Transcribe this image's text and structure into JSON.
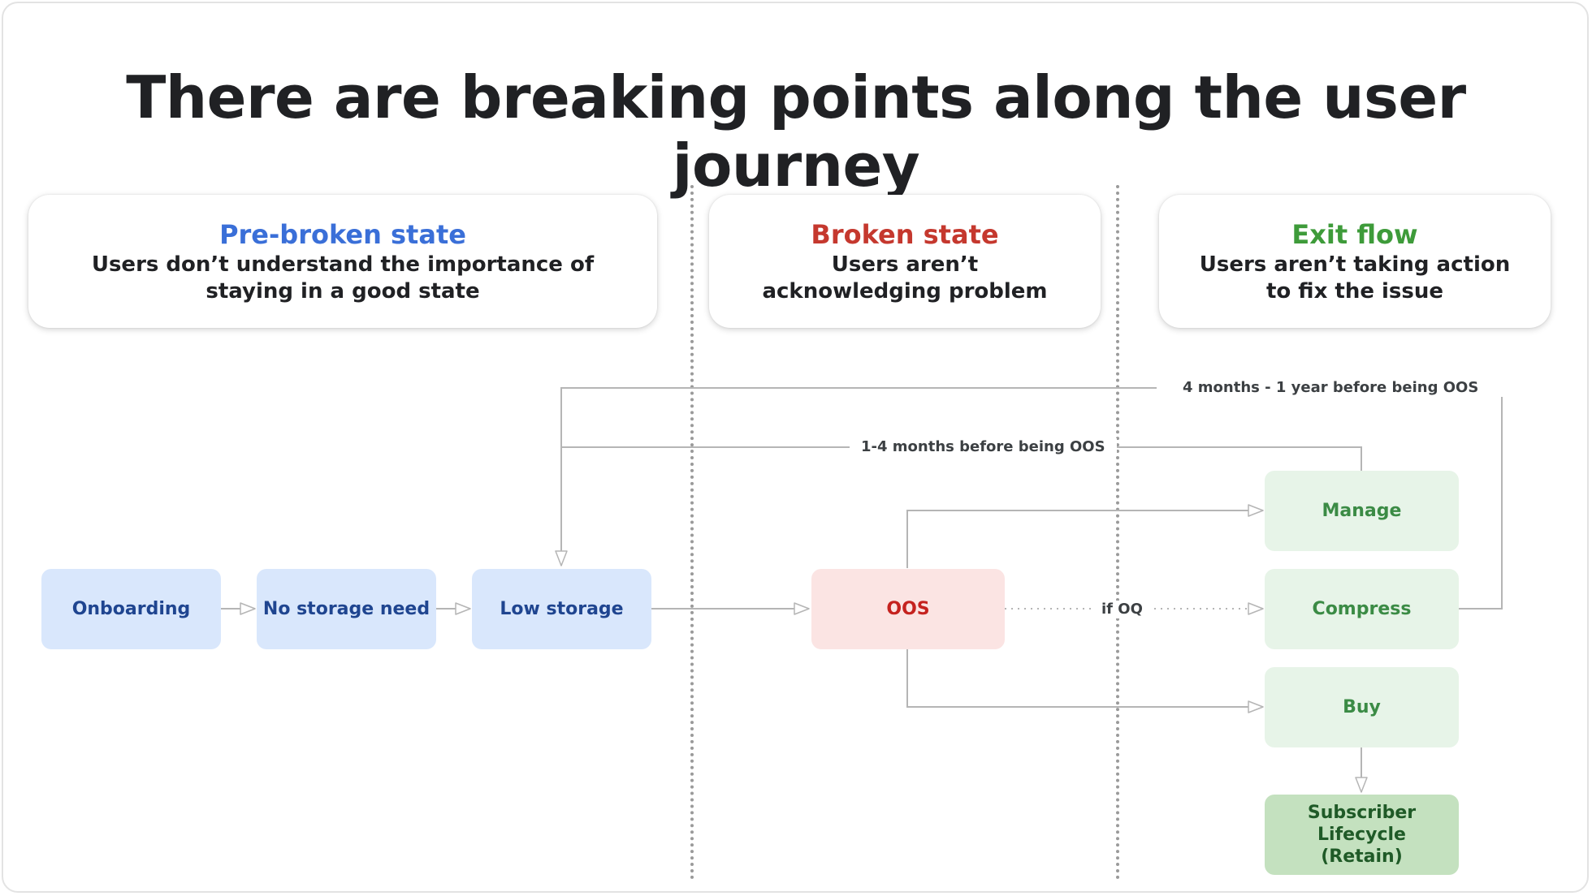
{
  "title": "There are breaking points along the user journey",
  "stages": [
    {
      "title": "Pre-broken state",
      "description": "Users don’t understand the importance of staying in a good state",
      "color": "#3a6fd8"
    },
    {
      "title": "Broken state",
      "description": "Users aren’t acknowledging problem",
      "color": "#c5382e"
    },
    {
      "title": "Exit flow",
      "description": "Users aren’t taking action to fix the issue",
      "color": "#3e9b3a"
    }
  ],
  "nodes": {
    "onboarding": "Onboarding",
    "no_storage_need": "No storage need",
    "low_storage": "Low storage",
    "oos": "OOS",
    "manage": "Manage",
    "compress": "Compress",
    "buy": "Buy",
    "subscriber_lifecycle": "Subscriber Lifecycle (Retain)"
  },
  "edge_labels": {
    "long_range": "4 months - 1 year  before being OOS",
    "short_range": "1-4 months before being OOS",
    "if_oq": "if OQ"
  },
  "colors": {
    "connector": "#b5b5b5",
    "divider": "#9a9a9a",
    "node_blue": "#d9e7fc",
    "node_red": "#fbe4e3",
    "node_green": "#e7f4e8",
    "node_green_dark": "#c4e1bf"
  }
}
